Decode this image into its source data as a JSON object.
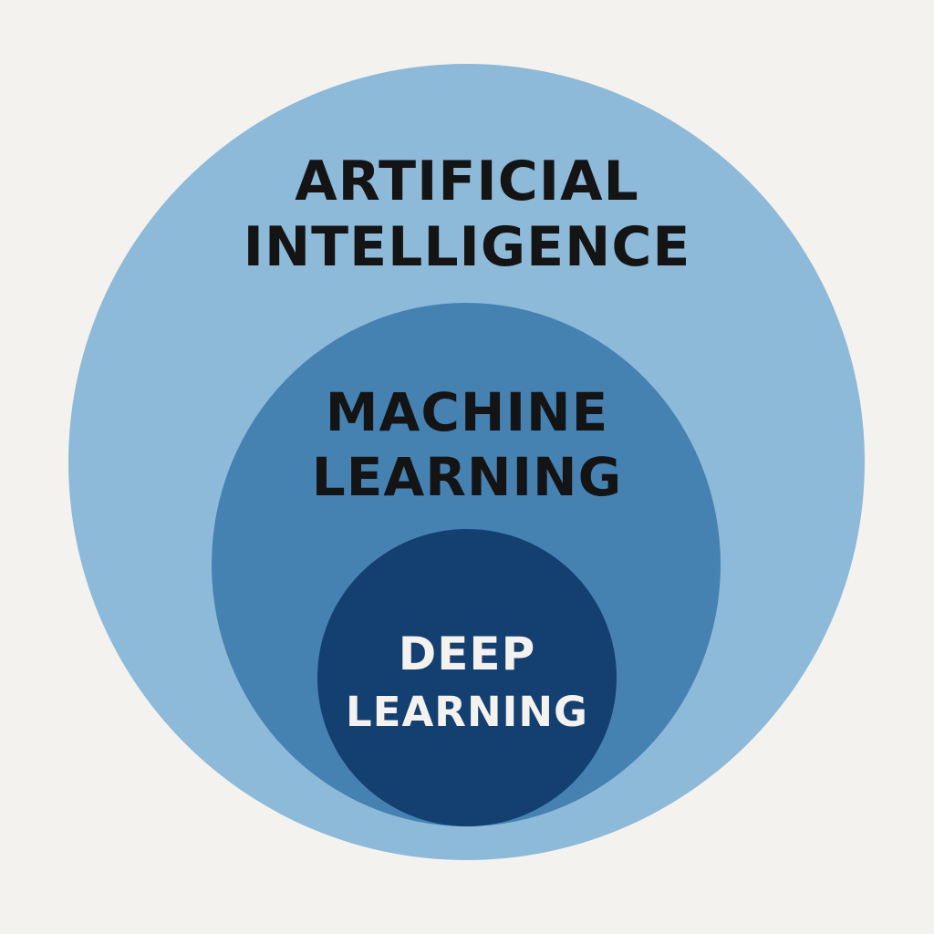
{
  "diagram": {
    "type": "nested-circles",
    "background_color": "#f4f2ee",
    "regions": [
      {
        "id": "artificial-intelligence",
        "lines": [
          "ARTIFICIAL",
          "INTELLIGENCE"
        ],
        "fill": "#8dbad9",
        "text_color": "#141414"
      },
      {
        "id": "machine-learning",
        "lines": [
          "MACHINE",
          "LEARNING"
        ],
        "fill": "#4582b2",
        "text_color": "#141414"
      },
      {
        "id": "deep-learning",
        "lines": [
          "DEEP",
          "LEARNING"
        ],
        "fill": "#133f71",
        "text_color": "#f4f2ee"
      }
    ]
  }
}
